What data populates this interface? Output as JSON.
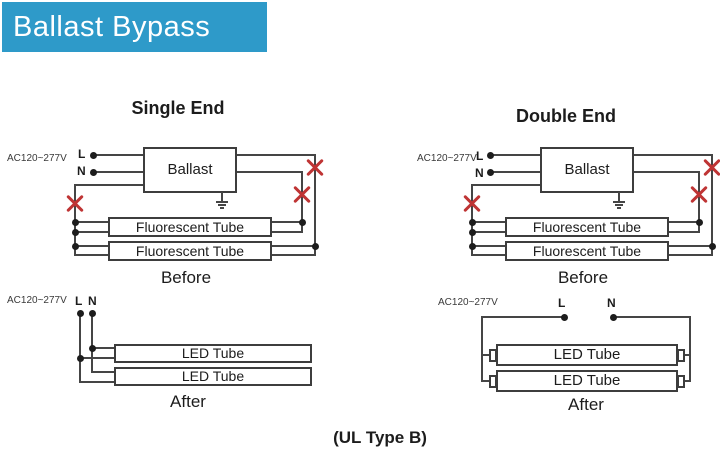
{
  "banner": {
    "title": "Ballast Bypass"
  },
  "diagrams": {
    "single_end": {
      "title": "Single End",
      "before_label": "Before",
      "after_label": "After"
    },
    "double_end": {
      "title": "Double End",
      "before_label": "Before",
      "after_label": "After"
    }
  },
  "labels": {
    "voltage": "AC120~277V",
    "live": "L",
    "neutral": "N",
    "ballast": "Ballast",
    "fluorescent_tube": "Fluorescent Tube",
    "led_tube": "LED Tube"
  },
  "footer": {
    "note": "(UL Type B)"
  },
  "colors": {
    "banner_bg": "#2e9ac9",
    "wire": "#454545",
    "cross_red": "#bf3434",
    "text": "#1c1c1c"
  }
}
